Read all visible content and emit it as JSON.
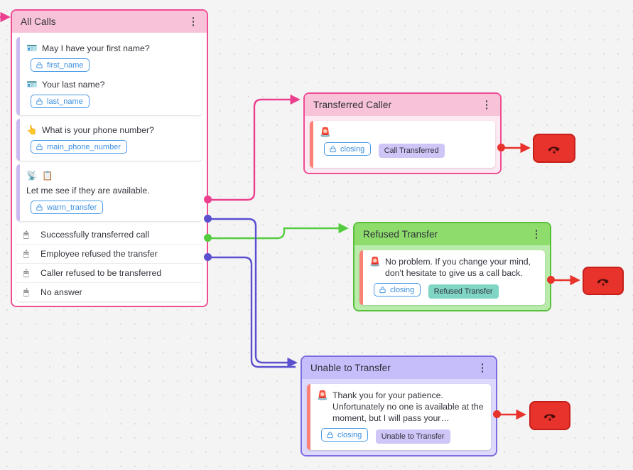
{
  "canvas": {
    "background_color": "#f4f4f4",
    "dot_color": "#dedede"
  },
  "nodes": [
    {
      "id": "all-calls",
      "title": "All Calls",
      "color": "#ef4d93",
      "header_color": "#f8c3d8",
      "cards": [
        {
          "lines": [
            {
              "icon": "id-card-icon",
              "emoji": "🪪",
              "text": "May I have your first name?",
              "chip": "first_name"
            },
            {
              "icon": "id-card-icon",
              "emoji": "🪪",
              "text": "Your last name?",
              "chip": "last_name"
            }
          ]
        },
        {
          "lines": [
            {
              "icon": "pointing-hand-icon",
              "emoji": "👆",
              "text": "What is your phone number?",
              "chip": "main_phone_number"
            }
          ]
        },
        {
          "lines": [
            {
              "icon": "satellite-antenna-icon",
              "emoji": "📡",
              "badge_icon": "clipboard-icon",
              "badge_emoji": "📋",
              "text": "Let me see if they are available.",
              "chip": "warm_transfer"
            }
          ]
        }
      ],
      "options": [
        {
          "icon": "cursor-click-icon",
          "emoji": "🖱",
          "label": "Successfully transferred call",
          "port_color": "#ec3f8e"
        },
        {
          "icon": "cursor-click-icon",
          "emoji": "🖱",
          "label": "Employee refused the transfer",
          "port_color": "#5a4fcf"
        },
        {
          "icon": "cursor-click-icon",
          "emoji": "🖱",
          "label": "Caller refused to be transferred",
          "port_color": "#54cc3f"
        },
        {
          "icon": "cursor-click-icon",
          "emoji": "🖱",
          "label": "No answer",
          "port_color": "#5a4fcf"
        }
      ]
    },
    {
      "id": "transferred-caller",
      "title": "Transferred Caller",
      "color": "#ef4d93",
      "header_color": "#f8c3d8",
      "utterance": "",
      "icon": "alarm-icon",
      "emoji": "🚨",
      "chip": "closing",
      "badge": "Call Transferred",
      "badge_color": "#cfc6f7",
      "port_color": "#e8322c"
    },
    {
      "id": "refused-transfer",
      "title": "Refused Transfer",
      "color": "#56c038",
      "header_color": "#8edd6c",
      "utterance": "No problem. If you change your mind, don't hesitate to give us a call back.",
      "icon": "alarm-icon",
      "emoji": "🚨",
      "chip": "closing",
      "badge": "Refused Transfer",
      "badge_color": "#80d6c4",
      "port_color": "#e8322c"
    },
    {
      "id": "unable-to-transfer",
      "title": "Unable to Transfer",
      "color": "#7b6ce0",
      "header_color": "#c5befa",
      "utterance": "Thank you for your patience. Unfortunately no one is available at the moment, but I will pass your…",
      "icon": "alarm-icon",
      "emoji": "🚨",
      "chip": "closing",
      "badge": "Unable to Transfer",
      "badge_color": "#cfc6f7",
      "port_color": "#e8322c"
    }
  ],
  "end_nodes": [
    {
      "id": "end-call-1",
      "icon": "hangup-phone-icon",
      "color": "#e8322c"
    },
    {
      "id": "end-call-2",
      "icon": "hangup-phone-icon",
      "color": "#e8322c"
    },
    {
      "id": "end-call-3",
      "icon": "hangup-phone-icon",
      "color": "#e8322c"
    }
  ],
  "edges": [
    {
      "from": "successfully-transferred-call",
      "to": "transferred-caller",
      "color": "#ec3f8e"
    },
    {
      "from": "caller-refused-to-be-transferred",
      "to": "refused-transfer",
      "color": "#54cc3f"
    },
    {
      "from": "employee-refused-the-transfer",
      "to": "unable-to-transfer",
      "color": "#5a4fcf"
    },
    {
      "from": "no-answer",
      "to": "unable-to-transfer",
      "color": "#5a4fcf"
    },
    {
      "from": "transferred-caller",
      "to": "end-call-1",
      "color": "#e8322c"
    },
    {
      "from": "refused-transfer",
      "to": "end-call-2",
      "color": "#e8322c"
    },
    {
      "from": "unable-to-transfer",
      "to": "end-call-3",
      "color": "#e8322c"
    },
    {
      "from": "entry",
      "to": "all-calls",
      "color": "#ec3f8e"
    }
  ]
}
